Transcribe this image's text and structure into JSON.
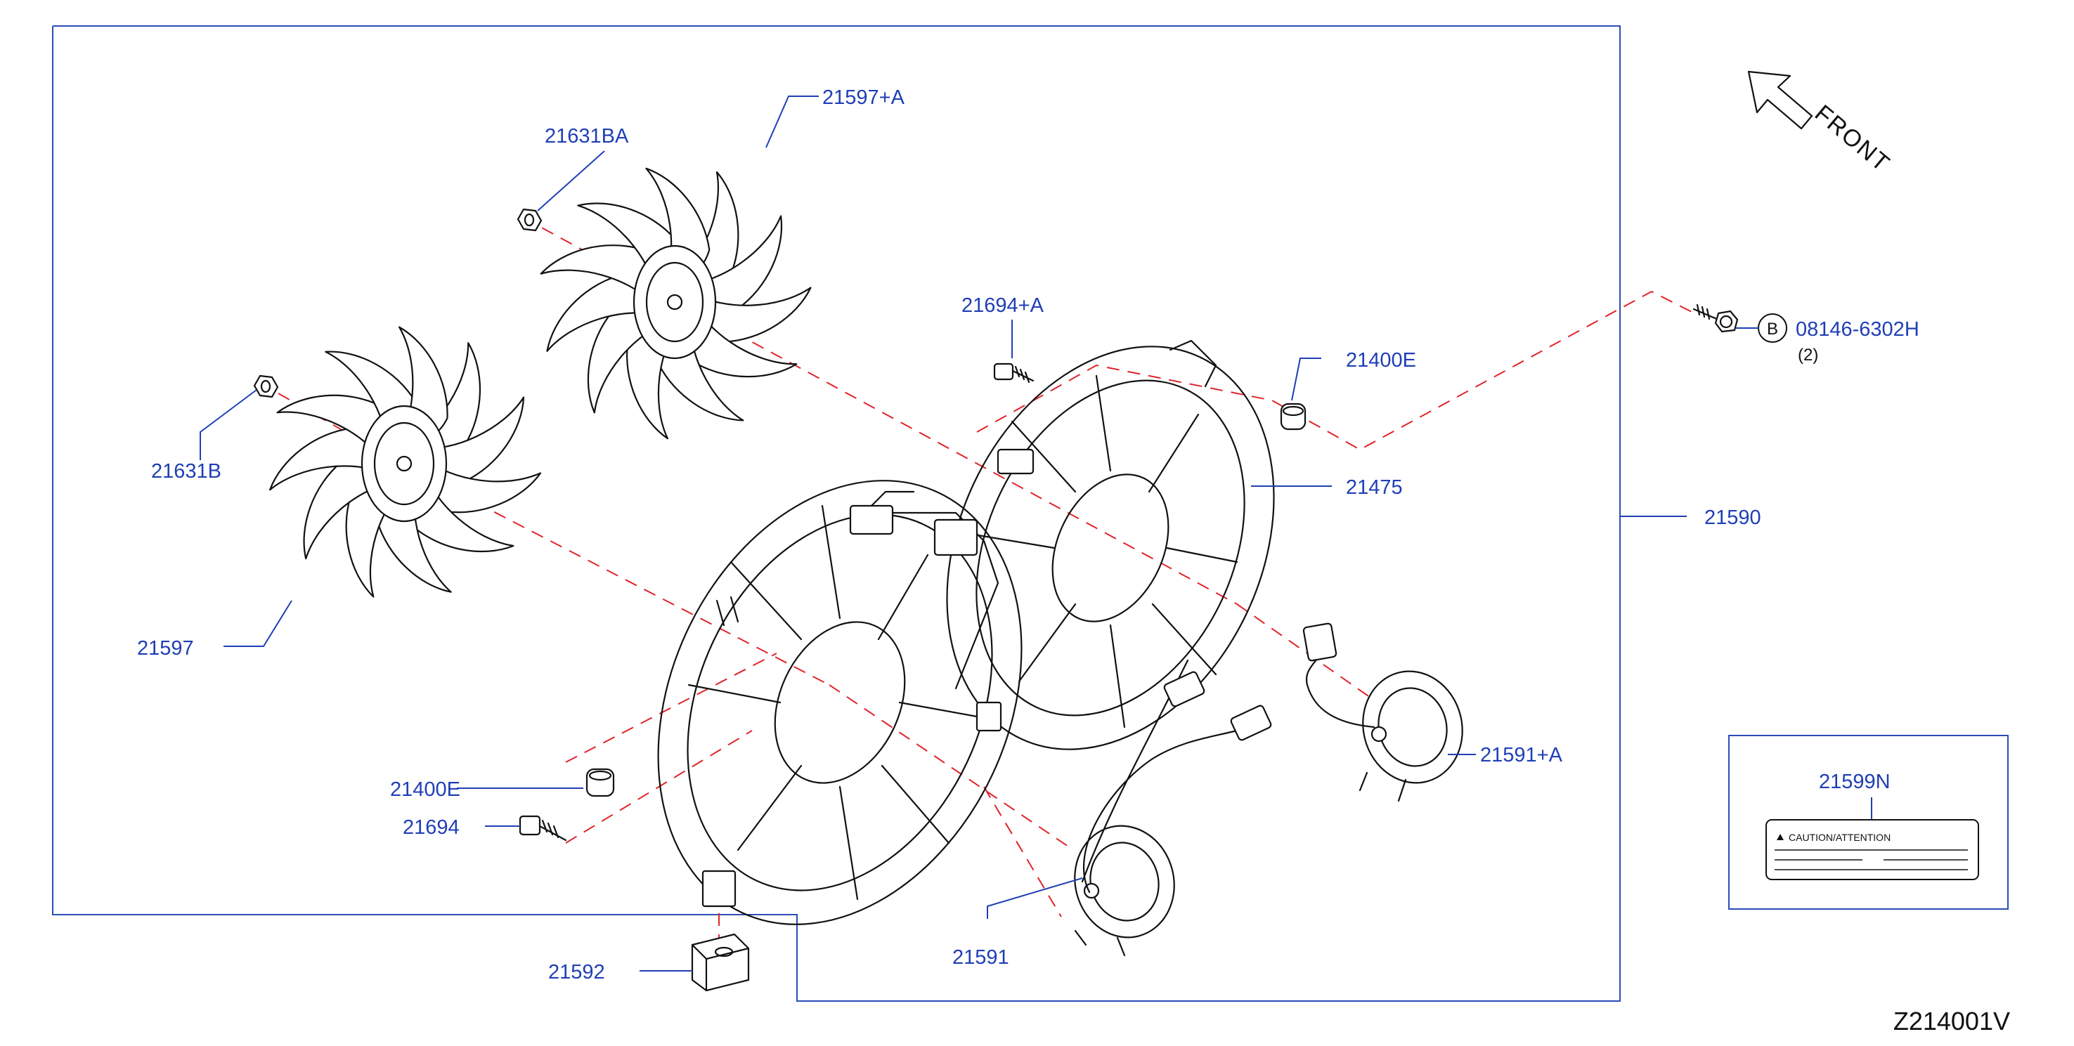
{
  "diagram": {
    "reference_code": "Z214001V",
    "direction_label": "FRONT",
    "callouts": {
      "fan_upper": "21597+A",
      "fan_lower": "21597",
      "nut_upper": "21631BA",
      "nut_lower": "21631B",
      "screw_upper": "21694+A",
      "screw_lower": "21694",
      "grommet_upper": "21400E",
      "grommet_lower": "21400E",
      "shroud": "21475",
      "assembly": "21590",
      "motor_upper": "21591+A",
      "motor_lower": "21591",
      "bracket": "21592",
      "label": "21599N",
      "bolt": "08146-6302H",
      "bolt_qty": "(2)",
      "bolt_badge": "B"
    },
    "caution_label_text": "CAUTION/ATTENTION"
  },
  "colors": {
    "callout_text": "#1f3fb5",
    "leader_dash": "#e0242a",
    "frame": "#2b4db8",
    "line_art": "#111111"
  }
}
